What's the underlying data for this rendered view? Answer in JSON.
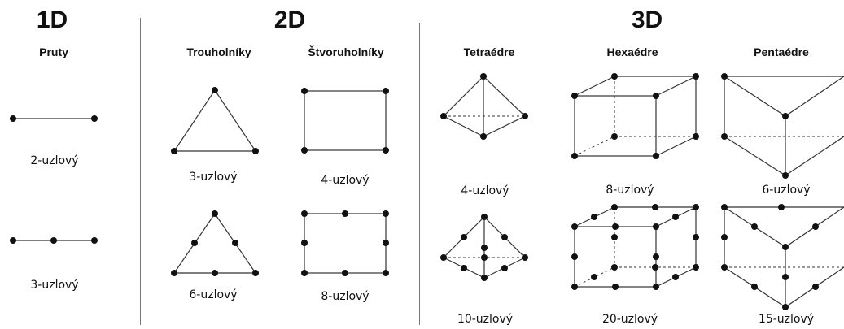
{
  "headings": {
    "d1": "1D",
    "d2": "2D",
    "d3": "3D"
  },
  "groups": {
    "pruty": "Pruty",
    "trouholniky": "Trouholníky",
    "stvoruholniky": "Štvoruholníky",
    "tetraedre": "Tetraédre",
    "hexaedre": "Hexaédre",
    "pentaedre": "Pentaédre"
  },
  "captions": {
    "rod2": "2-uzlový",
    "rod3": "3-uzlový",
    "tri3": "3-uzlový",
    "tri6": "6-uzlový",
    "quad4": "4-uzlový",
    "quad8": "8-uzlový",
    "tet4": "4-uzlový",
    "tet10": "10-uzlový",
    "hex8": "8-uzlový",
    "hex20": "20-uzlový",
    "pent6": "6-uzlový",
    "pent15": "15-uzlový"
  }
}
